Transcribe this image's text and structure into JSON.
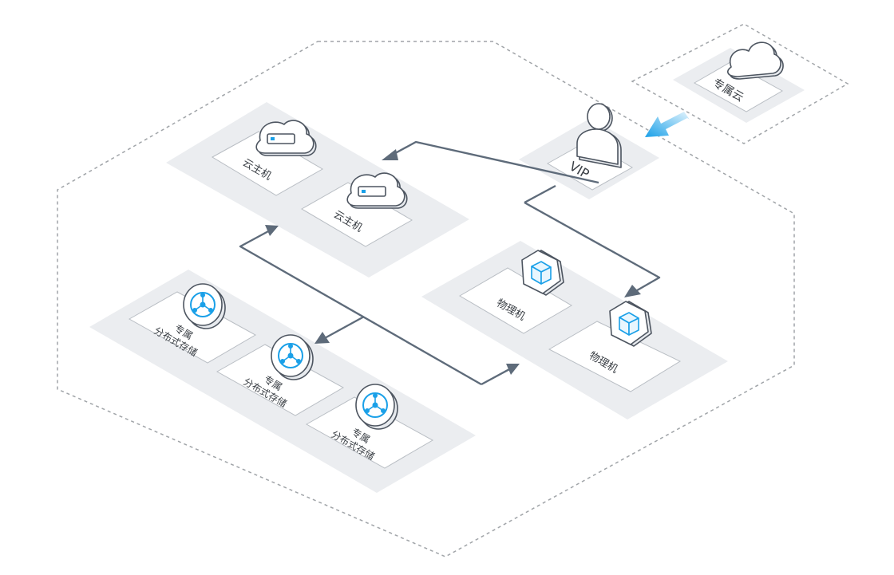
{
  "nodes": {
    "dedicated_cloud": {
      "label": "专属云"
    },
    "vip": {
      "label": "VIP"
    },
    "cloud_host_1": {
      "label": "云主机"
    },
    "cloud_host_2": {
      "label": "云主机"
    },
    "physical_1": {
      "label": "物理机"
    },
    "physical_2": {
      "label": "物理机"
    },
    "storage_1": {
      "line1": "专属",
      "line2": "分布式存储"
    },
    "storage_2": {
      "line1": "专属",
      "line2": "分布式存储"
    },
    "storage_3": {
      "line1": "专属",
      "line2": "分布式存储"
    }
  },
  "colors": {
    "accent": "#1aa0e8",
    "line": "#5e6b7a",
    "platform": "#ebedf0",
    "dashed_border": "#a0a4a8"
  }
}
